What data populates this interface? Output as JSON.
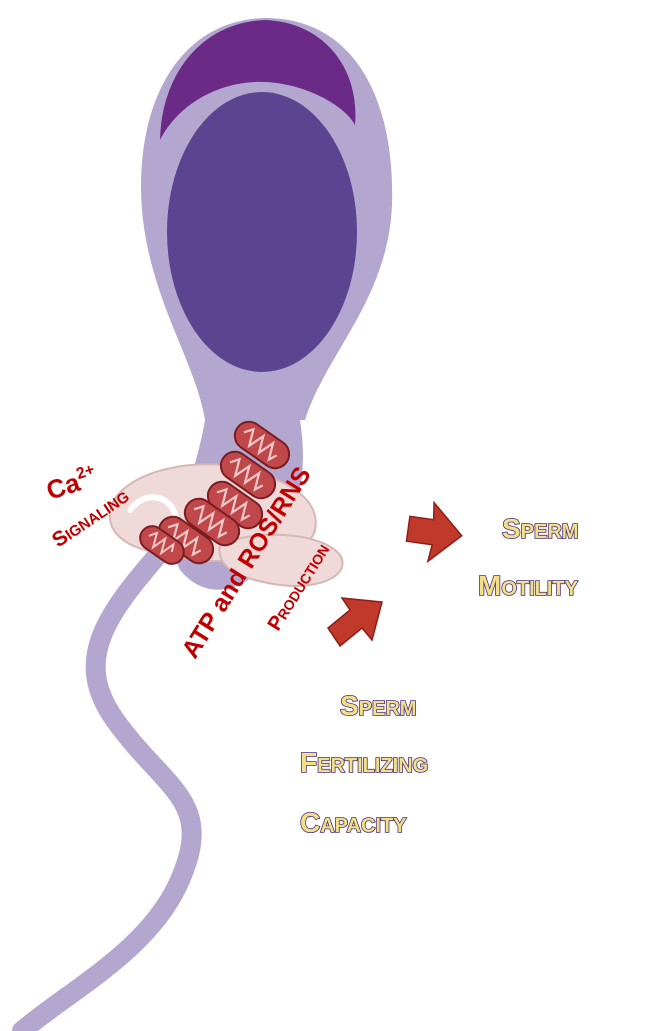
{
  "labels": {
    "ca": "Ca",
    "ca_sup": "2+",
    "signaling": "Signaling",
    "atp": "ATP and ROS/RNS",
    "production": "Production"
  },
  "outcomes": {
    "motility_line1": "Sperm",
    "motility_line2": "Motility",
    "fertilizing_line1": "Sperm",
    "fertilizing_line2": "Fertilizing",
    "fertilizing_line3": "Capacity"
  },
  "colors": {
    "cell_body": "#b3a6cf",
    "nucleus": "#5b4591",
    "acrosome": "#6a2a86",
    "mitochondria": "#c0474a",
    "er": "#efd9d9",
    "label_red": "#c00000",
    "arrow": "#c0392b",
    "outcome_fill": "#f2e089",
    "outcome_stroke": "#4b2c7a"
  }
}
